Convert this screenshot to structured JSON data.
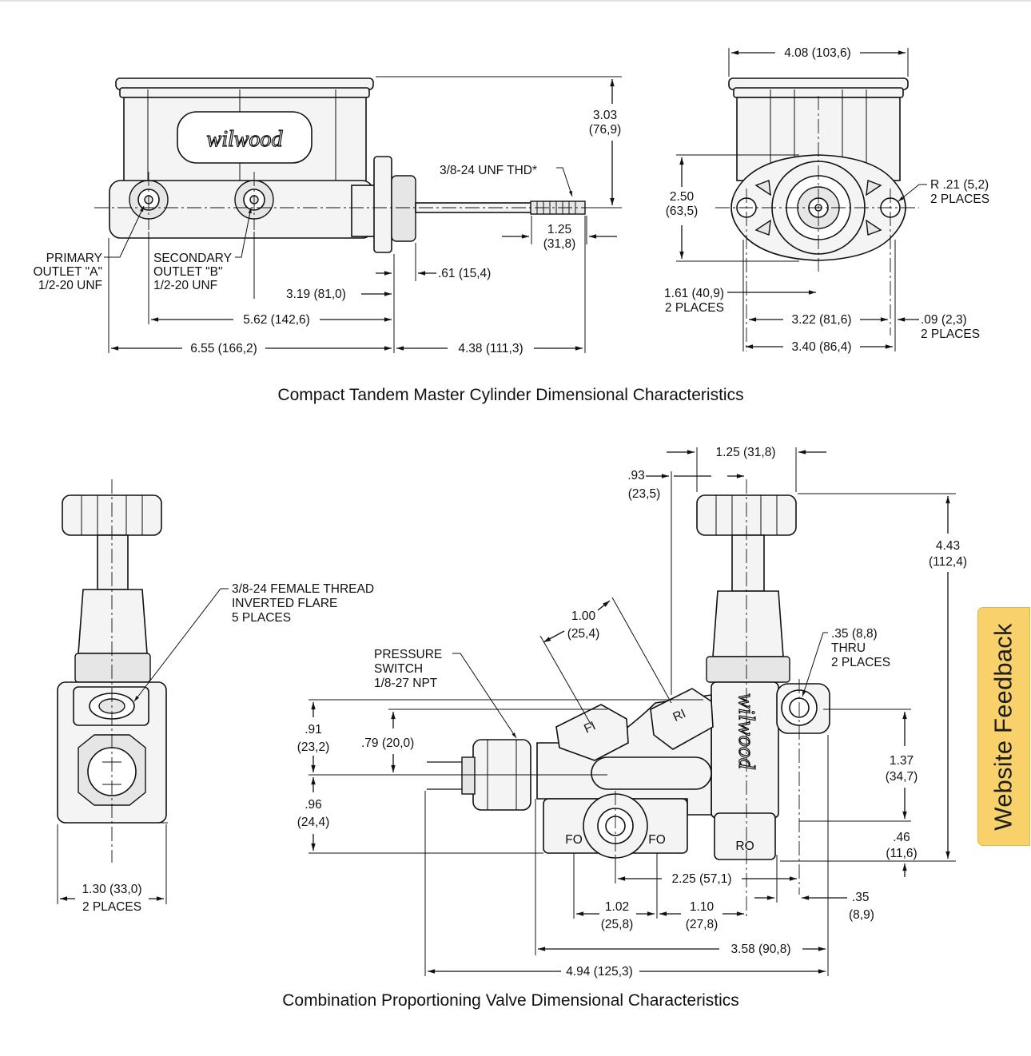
{
  "figures": {
    "master_cylinder": {
      "caption": "Compact Tandem Master Cylinder Dimensional Characteristics",
      "logo_text": "wilwood",
      "labels": {
        "height": [
          "3.03",
          "(76,9)"
        ],
        "thread": "3/8-24 UNF THD*",
        "rod_len": [
          "1.25",
          "(31,8)"
        ],
        "primary": [
          "PRIMARY",
          "OUTLET \"A\"",
          "1/2-20 UNF"
        ],
        "secondary": [
          "SECONDARY",
          "OUTLET \"B\"",
          "1/2-20 UNF"
        ],
        "flange": ".61 (15,4)",
        "d319": "3.19 (81,0)",
        "d562": "5.62 (142,6)",
        "d655": "6.55 (166,2)",
        "d438": "4.38 (111,3)",
        "width_top": "4.08 (103,6)",
        "bore_h": [
          "2.50",
          "(63,5)"
        ],
        "radius": [
          "R .21 (5,2)",
          "2 PLACES"
        ],
        "d161": [
          "1.61 (40,9)",
          "2 PLACES"
        ],
        "d322": "3.22 (81,6)",
        "d009": [
          ".09 (2,3)",
          "2 PLACES"
        ],
        "d340": "3.40 (86,4)"
      }
    },
    "proportioning_valve": {
      "caption": "Combination Proportioning Valve Dimensional Characteristics",
      "logo_text": "wilwood",
      "labels": {
        "thread": [
          "3/8-24 FEMALE THREAD",
          "INVERTED FLARE",
          "5 PLACES"
        ],
        "d130": [
          "1.30 (33,0)",
          "2 PLACES"
        ],
        "d125": "1.25 (31,8)",
        "d093": [
          ".93",
          "(23,5)"
        ],
        "d443": [
          "4.43",
          "(112,4)"
        ],
        "d100": [
          "1.00",
          "(25,4)"
        ],
        "pressure": [
          "PRESSURE",
          "SWITCH",
          "1/8-27 NPT"
        ],
        "d035h": [
          ".35 (8,8)",
          "THRU",
          "2 PLACES"
        ],
        "d091": [
          ".91",
          "(23,2)"
        ],
        "d079": ".79 (20,0)",
        "d096": [
          ".96",
          "(24,4)"
        ],
        "d137": [
          "1.37",
          "(34,7)"
        ],
        "d046": [
          ".46",
          "(11,6)"
        ],
        "d225": "2.25 (57,1)",
        "d102": [
          "1.02",
          "(25,8)"
        ],
        "d110": [
          "1.10",
          "(27,8)"
        ],
        "d035": [
          ".35",
          "(8,9)"
        ],
        "d358": "3.58 (90,8)",
        "d494": "4.94 (125,3)",
        "port_fi": "FI",
        "port_ri": "RI",
        "port_fo": "FO",
        "port_ro": "RO"
      }
    }
  },
  "feedback_tab": {
    "label": "Website Feedback",
    "color": "#f8d16b"
  }
}
